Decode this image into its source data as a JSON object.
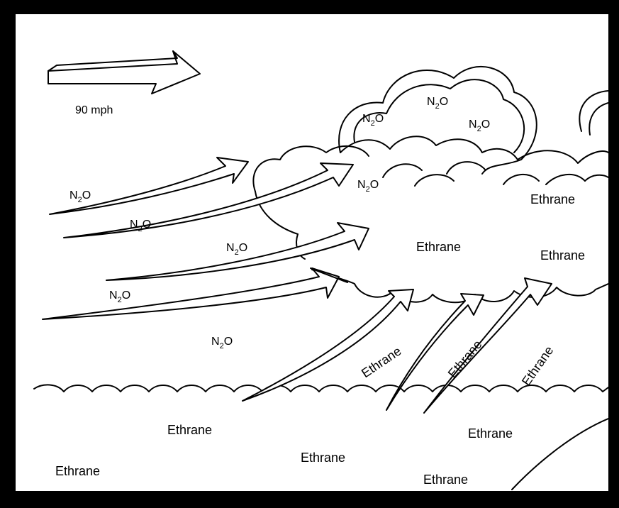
{
  "speed_label": "90 mph",
  "n2o": {
    "main": "N",
    "sub": "2",
    "tail": "O"
  },
  "ethrane": "Ethrane"
}
